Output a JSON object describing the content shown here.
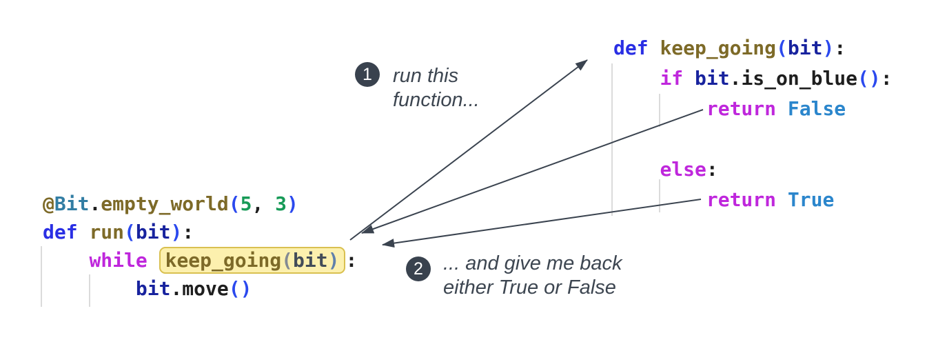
{
  "palette": {
    "kwdef": "#2a2fe4",
    "kwflow": "#bf27dc",
    "func": "#7d6a28",
    "cls": "#327da3",
    "var": "#18239e",
    "paren": "#2b49ee",
    "num": "#179a57",
    "plain": "#1e1e1e",
    "bool": "#2b86cc",
    "mparen": "#848a93",
    "mvar": "#434c58",
    "mparen2": "#6080ab",
    "highlight_fill": "#fcf0ae",
    "highlight_border": "#d9c050",
    "guide": "#dbdbdb",
    "annotation_text": "#3d4651",
    "badge_bg": "#39424e",
    "badge_text": "#ffffff",
    "arrow": "#3a434f"
  },
  "code_left": {
    "lines": [
      {
        "tokens": [
          {
            "t": "@",
            "c": "func"
          },
          {
            "t": "Bit",
            "c": "cls"
          },
          {
            "t": ".",
            "c": "plain"
          },
          {
            "t": "empty_world",
            "c": "func"
          },
          {
            "t": "(",
            "c": "paren"
          },
          {
            "t": "5",
            "c": "num"
          },
          {
            "t": ", ",
            "c": "plain"
          },
          {
            "t": "3",
            "c": "num"
          },
          {
            "t": ")",
            "c": "paren"
          }
        ]
      },
      {
        "tokens": [
          {
            "t": "def",
            "c": "kwdef"
          },
          {
            "t": " ",
            "c": "plain"
          },
          {
            "t": "run",
            "c": "func"
          },
          {
            "t": "(",
            "c": "paren"
          },
          {
            "t": "bit",
            "c": "var"
          },
          {
            "t": ")",
            "c": "paren"
          },
          {
            "t": ":",
            "c": "plain"
          }
        ]
      },
      {
        "tokens": [
          {
            "t": "    ",
            "c": "plain"
          },
          {
            "t": "while",
            "c": "kwflow"
          },
          {
            "t": " ",
            "c": "plain"
          },
          {
            "t": "keep_going",
            "c": "func",
            "hl": true
          },
          {
            "t": "(",
            "c": "mparen",
            "hl": true
          },
          {
            "t": "bit",
            "c": "mvar",
            "hl": true
          },
          {
            "t": ")",
            "c": "mparen2",
            "hl": true
          },
          {
            "t": ":",
            "c": "plain"
          }
        ]
      },
      {
        "tokens": [
          {
            "t": "        ",
            "c": "plain"
          },
          {
            "t": "bit",
            "c": "var"
          },
          {
            "t": ".move",
            "c": "plain"
          },
          {
            "t": "(",
            "c": "paren"
          },
          {
            "t": ")",
            "c": "paren"
          }
        ]
      }
    ]
  },
  "code_right": {
    "lines": [
      {
        "tokens": [
          {
            "t": "def",
            "c": "kwdef"
          },
          {
            "t": " ",
            "c": "plain"
          },
          {
            "t": "keep_going",
            "c": "func"
          },
          {
            "t": "(",
            "c": "paren"
          },
          {
            "t": "bit",
            "c": "var"
          },
          {
            "t": ")",
            "c": "paren"
          },
          {
            "t": ":",
            "c": "plain"
          }
        ]
      },
      {
        "tokens": [
          {
            "t": "    ",
            "c": "plain"
          },
          {
            "t": "if",
            "c": "kwflow"
          },
          {
            "t": " ",
            "c": "plain"
          },
          {
            "t": "bit",
            "c": "var"
          },
          {
            "t": ".is_on_blue",
            "c": "plain"
          },
          {
            "t": "(",
            "c": "paren"
          },
          {
            "t": ")",
            "c": "paren"
          },
          {
            "t": ":",
            "c": "plain"
          }
        ]
      },
      {
        "tokens": [
          {
            "t": "        ",
            "c": "plain"
          },
          {
            "t": "return",
            "c": "kwflow"
          },
          {
            "t": " ",
            "c": "plain"
          },
          {
            "t": "False",
            "c": "bool"
          }
        ]
      },
      {
        "tokens": []
      },
      {
        "tokens": [
          {
            "t": "    ",
            "c": "plain"
          },
          {
            "t": "else",
            "c": "kwflow"
          },
          {
            "t": ":",
            "c": "plain"
          }
        ]
      },
      {
        "tokens": [
          {
            "t": "        ",
            "c": "plain"
          },
          {
            "t": "return",
            "c": "kwflow"
          },
          {
            "t": " ",
            "c": "plain"
          },
          {
            "t": "True",
            "c": "bool"
          }
        ]
      }
    ]
  },
  "callouts": {
    "step1": {
      "number": "1",
      "line1": "run this",
      "line2": "function..."
    },
    "step2": {
      "number": "2",
      "line1": "... and give me back",
      "line2": "either True or False"
    }
  }
}
